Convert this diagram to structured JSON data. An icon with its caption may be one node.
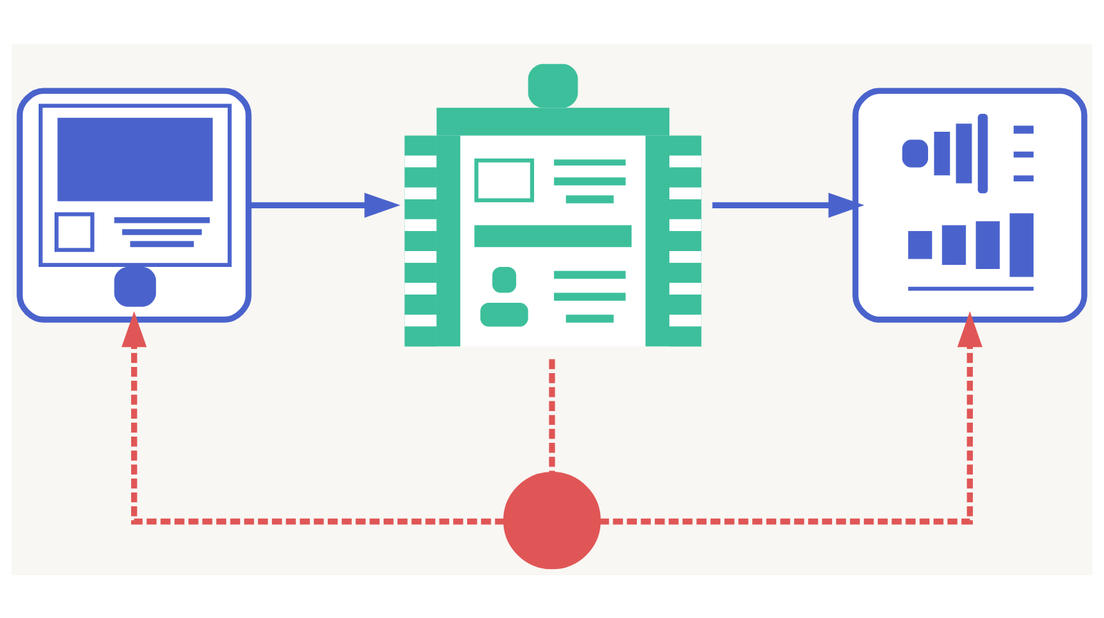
{
  "diagram": {
    "nodes": [
      {
        "text": [],
        "shape": "picture"
      },
      {
        "text": [],
        "shape": "picture"
      },
      {
        "text": [],
        "shape": "picture"
      },
      {
        "text": [],
        "shape": "circle"
      }
    ],
    "edges": [
      {
        "from": 0,
        "to": 1,
        "arrow": "to",
        "color": "#4a63cc"
      },
      {
        "from": 1,
        "to": 2,
        "arrow": "to",
        "color": "#4a63cc"
      },
      {
        "from": 1,
        "to": 3,
        "arrow": "none",
        "style": "dashed",
        "color": "#e05656"
      },
      {
        "from": 3,
        "to": 0,
        "arrow": "to",
        "style": "dashed",
        "color": "#e05656"
      },
      {
        "from": 3,
        "to": 2,
        "arrow": "to",
        "style": "dashed",
        "color": "#e05656"
      }
    ]
  }
}
